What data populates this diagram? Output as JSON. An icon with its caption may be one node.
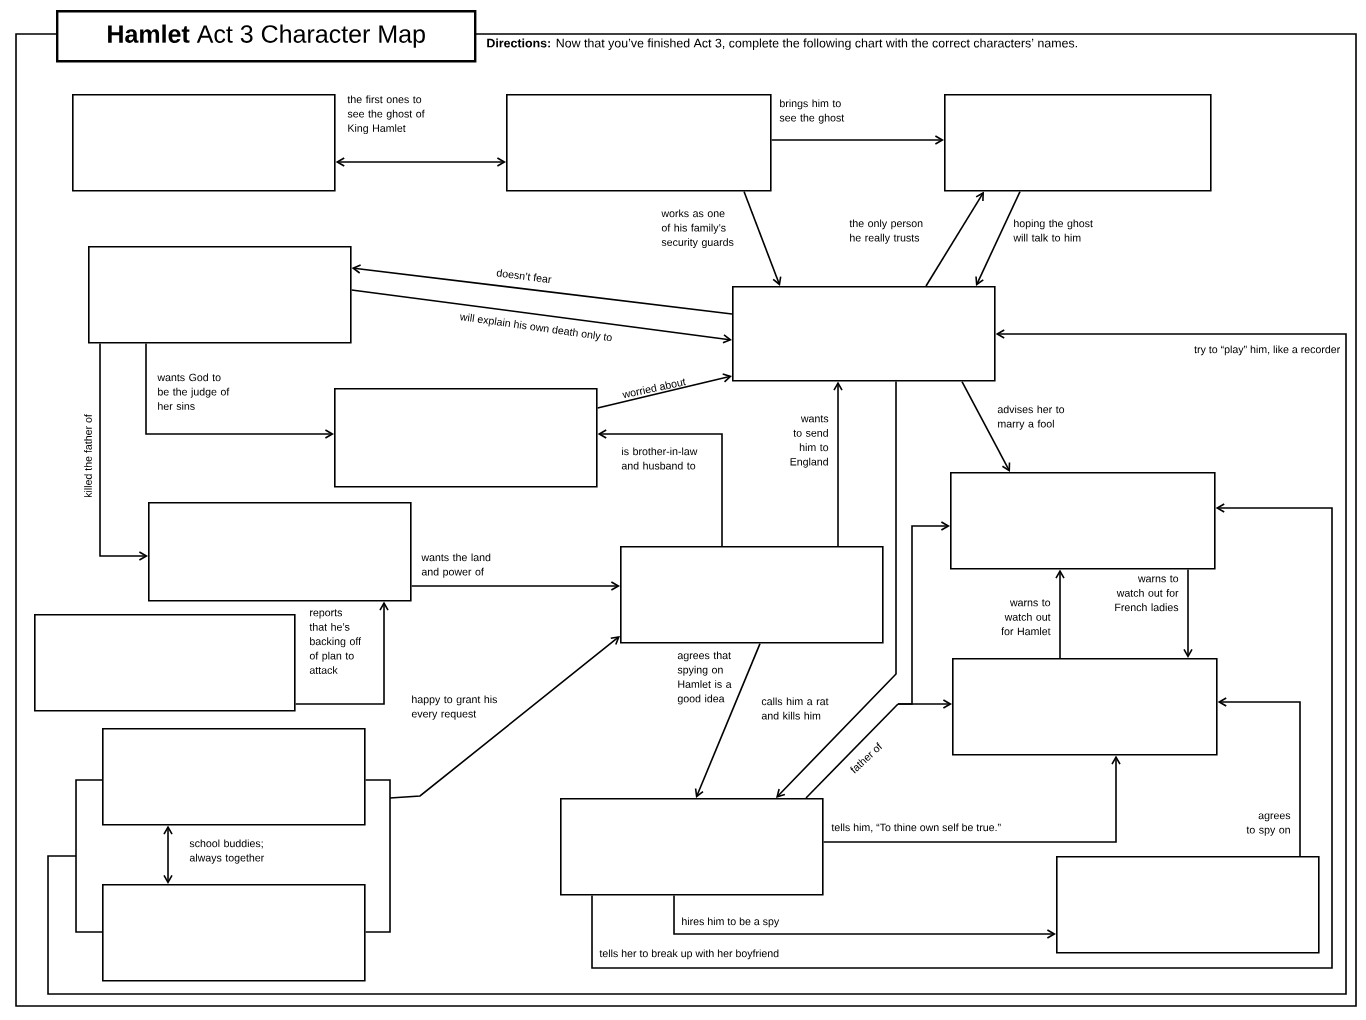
{
  "diagram": {
    "title": "**Hamlet** Act 3 Character Map",
    "nodes": [
      {
        "text": [],
        "shape": "box"
      },
      {
        "text": [],
        "shape": "box"
      },
      {
        "text": [],
        "shape": "box"
      },
      {
        "text": [],
        "shape": "box"
      },
      {
        "text": [],
        "shape": "box"
      },
      {
        "text": [],
        "shape": "box"
      },
      {
        "text": [],
        "shape": "box"
      },
      {
        "text": [],
        "shape": "box"
      },
      {
        "text": [],
        "shape": "box"
      },
      {
        "text": [],
        "shape": "box"
      },
      {
        "text": [],
        "shape": "box"
      },
      {
        "text": [],
        "shape": "box"
      },
      {
        "text": [],
        "shape": "box"
      },
      {
        "text": [],
        "shape": "box"
      },
      {
        "text": [],
        "shape": "box"
      }
    ],
    "edges": [
      {
        "from": 0,
        "to": 1,
        "arrow": "both",
        "label": "the first ones to see the ghost of King Hamlet"
      },
      {
        "from": 1,
        "to": 2,
        "arrow": "to",
        "label": "brings him to see the ghost"
      },
      {
        "from": 1,
        "to": 4,
        "arrow": "to",
        "label": "works as one of his family’s security guards"
      },
      {
        "from": 4,
        "to": 2,
        "arrow": "to",
        "label": "the only person he really trusts"
      },
      {
        "from": 2,
        "to": 4,
        "arrow": "to",
        "label": "hoping the ghost will talk to him"
      },
      {
        "from": 4,
        "to": 3,
        "arrow": "to",
        "label": "doesn’t fear"
      },
      {
        "from": 3,
        "to": 4,
        "arrow": "to",
        "label": "will explain his own death only to"
      },
      {
        "from": 5,
        "to": 4,
        "arrow": "to",
        "label": "worried about"
      },
      {
        "from": 7,
        "to": 5,
        "arrow": "to",
        "label": "is brother-in-law and husband to"
      },
      {
        "from": 3,
        "to": 5,
        "arrow": "to",
        "label": "wants God to be the judge of her sins"
      },
      {
        "from": 3,
        "to": 6,
        "arrow": "to",
        "label": "killed the father of"
      },
      {
        "from": 6,
        "to": 7,
        "arrow": "to",
        "label": "wants the land and power of"
      },
      {
        "from": 7,
        "to": 4,
        "arrow": "to",
        "label": "wants to send him to England"
      },
      {
        "from": 4,
        "to": 8,
        "arrow": "to",
        "label": "advises her to marry a fool"
      },
      {
        "from": 10,
        "to": 6,
        "arrow": "to",
        "label": "reports that he’s backing off of plan to attack"
      },
      {
        "from": 11,
        "to": 7,
        "arrow": "to",
        "label": "happy to grant his every request"
      },
      {
        "from": 12,
        "to": 7,
        "arrow": "to"
      },
      {
        "from": 11,
        "to": 12,
        "arrow": "both",
        "label": "school buddies; always together"
      },
      {
        "from": 11,
        "to": 4,
        "arrow": "to",
        "label": "try to “play” him, like a recorder"
      },
      {
        "from": 12,
        "to": 4,
        "arrow": "to"
      },
      {
        "from": 13,
        "to": 8,
        "arrow": "to",
        "label": "tells her to break up with her boyfriend"
      },
      {
        "from": 13,
        "to": 14,
        "arrow": "to",
        "label": "hires him to be a spy"
      },
      {
        "from": 13,
        "to": 9,
        "arrow": "to",
        "label": "tells him, “To thine own self be true.”"
      },
      {
        "from": 14,
        "to": 9,
        "arrow": "to",
        "label": "agrees to spy on"
      },
      {
        "from": 7,
        "to": 13,
        "arrow": "to",
        "label": "agrees that spying on Hamlet is a good idea"
      },
      {
        "from": 4,
        "to": 13,
        "arrow": "to",
        "label": "calls him a rat and kills him"
      },
      {
        "from": 13,
        "to": 9,
        "arrow": "to",
        "label": "father of"
      },
      {
        "from": 13,
        "to": 8,
        "arrow": "to"
      },
      {
        "from": 9,
        "to": 8,
        "arrow": "to",
        "label": "warns to watch out for Hamlet"
      },
      {
        "from": 8,
        "to": 9,
        "arrow": "to",
        "label": "warns to watch out for French ladies"
      }
    ],
    "labels": [
      "**Directions:** Now that you’ve finished Act 3, complete the following chart with the correct characters’ names."
    ]
  }
}
